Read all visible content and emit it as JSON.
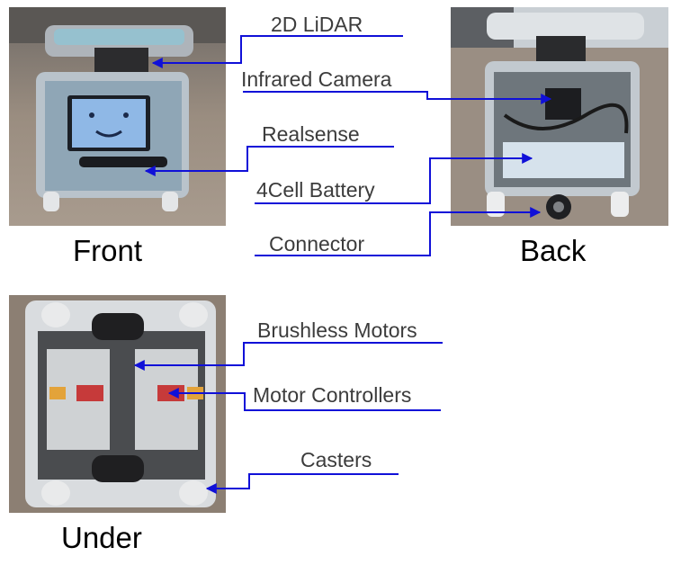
{
  "captions": {
    "front": "Front",
    "back": "Back",
    "under": "Under"
  },
  "labels": {
    "lidar": "2D LiDAR",
    "infrared_camera": "Infrared Camera",
    "realsense": "Realsense",
    "battery": "4Cell Battery",
    "connector": "Connector",
    "brushless_motors": "Brushless Motors",
    "motor_controllers": "Motor Controllers",
    "casters": "Casters"
  },
  "colors": {
    "leader_line": "#1010d8",
    "label_text": "#3c3c3c",
    "caption_text": "#000000",
    "floor": "#9c8f82",
    "frame": "#c8ccd0",
    "face_screen": "#8fb8e6"
  }
}
